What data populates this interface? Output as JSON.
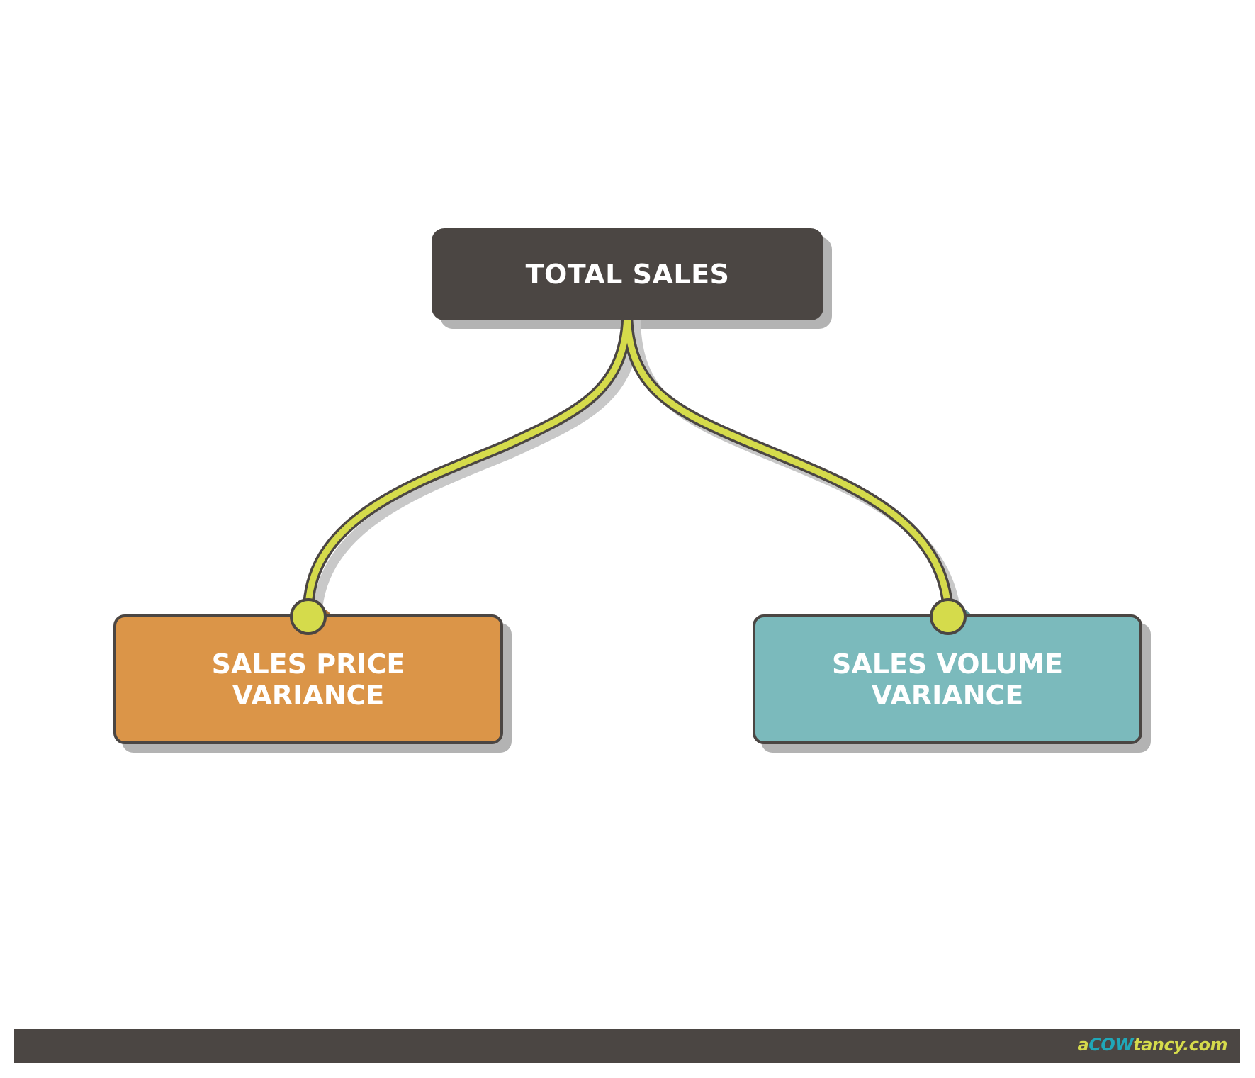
{
  "diagram": {
    "root": {
      "label": "TOTAL SALES",
      "fill": "#4b4643"
    },
    "children": [
      {
        "label_lines": [
          "SALES PRICE",
          "VARIANCE"
        ],
        "fill": "#db9548"
      },
      {
        "label_lines": [
          "SALES VOLUME",
          "VARIANCE"
        ],
        "fill": "#7bbabc"
      }
    ],
    "connector": {
      "fill": "#d5db4b",
      "outline": "#4b4643",
      "shadow": "#c8c8c8"
    },
    "edges": [
      {
        "from": "TOTAL SALES",
        "to": "SALES PRICE VARIANCE"
      },
      {
        "from": "TOTAL SALES",
        "to": "SALES VOLUME VARIANCE"
      }
    ]
  },
  "footer": {
    "brand_prefix": "a",
    "brand_highlight": "COW",
    "brand_suffix": "tancy.com"
  }
}
